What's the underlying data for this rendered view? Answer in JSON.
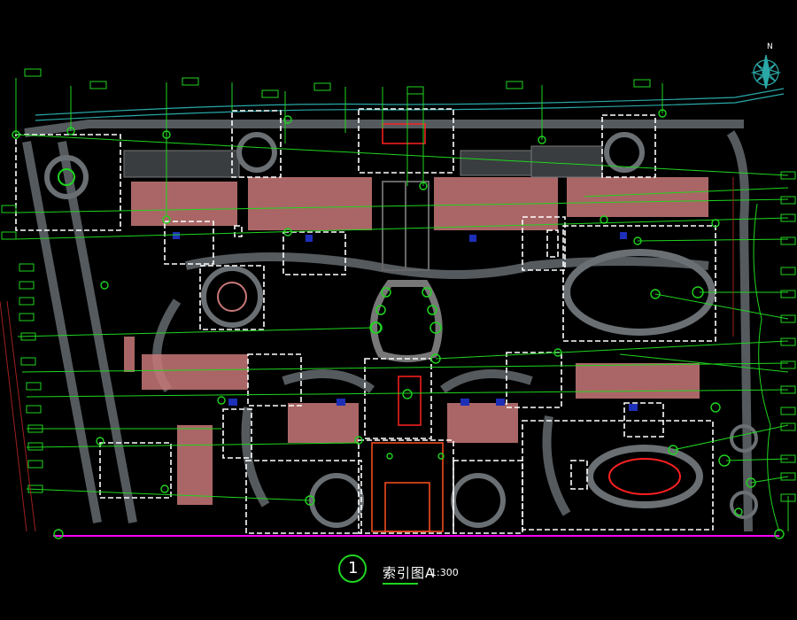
{
  "drawing": {
    "title": "索引图A",
    "scale": "1:300",
    "sheet_number": "1",
    "north_label": "N"
  },
  "colors": {
    "background": "#000000",
    "callout": "#1fd51f",
    "paving": "#555a5e",
    "building": "#c87878",
    "detail_box": "#ffffff",
    "road_edge": "#2aa8a8",
    "site_boundary": "#ff00ff",
    "water_feature": "#1e2fb8",
    "accent_red": "#ff2020"
  },
  "icons": {
    "north": "north-arrow-icon",
    "index": "index-symbol-icon"
  }
}
